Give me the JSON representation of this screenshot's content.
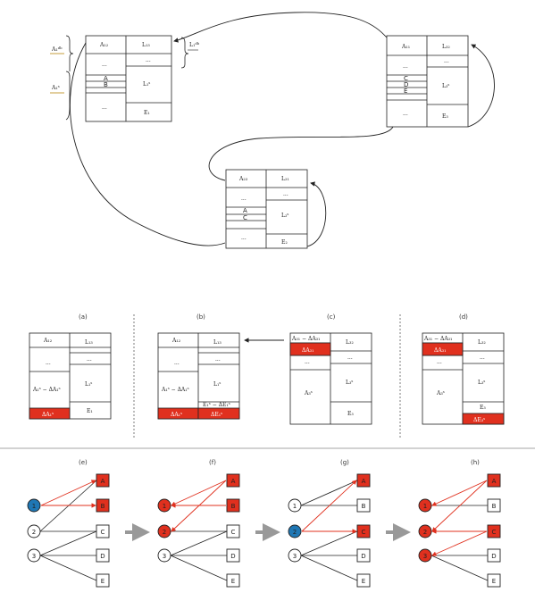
{
  "top": {
    "left_labels": {
      "upper": "A₁ᵈᵇ",
      "lower": "A₁ˢ"
    },
    "right_label": "L₁ᵈᵇ",
    "table1": {
      "a": "A₁₂",
      "l": "L₁₃",
      "dots": "...",
      "k1": "A",
      "k2": "B",
      "lm": "L₁ˢ",
      "e": "E₁"
    },
    "table2": {
      "a": "A₁₁",
      "l": "L₃₂",
      "dots": "...",
      "k1": "C",
      "k2": "D",
      "k3": "E",
      "lm": "L₃ˢ",
      "e": "E₃"
    },
    "table3": {
      "a": "A₂₃",
      "l": "L₂₁",
      "dots": "...",
      "k1": "A",
      "k2": "C",
      "lm": "L₂ˢ",
      "e": "E₂"
    }
  },
  "middle": {
    "panels": [
      {
        "cap": "(a)",
        "a": "A₁₂",
        "l": "L₁₃",
        "dots": "...",
        "am": "A₁ˢ − ΔA₁ˢ",
        "lm": "L₁ˢ",
        "e": "E₁",
        "red_l": "ΔA₁ˢ"
      },
      {
        "cap": "(b)",
        "a": "A₁₂",
        "l": "L₁₃",
        "dots": "...",
        "am": "A₁ˢ − ΔA₁ˢ",
        "lm": "L₁ˢ",
        "e": "E₁ˢ − ΔE₁ˢ",
        "red_l": "ΔA₁ˢ",
        "red_r": "ΔE₁ˢ"
      },
      {
        "cap": "(c)",
        "a": "A₃₁ − ΔA₃₁",
        "red": "ΔA₃₁",
        "l": "L₃₂",
        "dots": "...",
        "am": "A₃ˢ",
        "lm": "L₃ˢ",
        "e": "E₃"
      },
      {
        "cap": "(d)",
        "a": "A₃₁ − ΔA₃₁",
        "red": "ΔA₃₁",
        "l": "L₃₂",
        "dots": "...",
        "am": "A₃ˢ",
        "lm": "L₃ˢ",
        "e": "E₃",
        "red_r": "ΔE₃ˢ"
      }
    ]
  },
  "bottom": {
    "graphs": [
      {
        "cap": "(e)"
      },
      {
        "cap": "(f)"
      },
      {
        "cap": "(g)"
      },
      {
        "cap": "(h)"
      }
    ],
    "left_nodes": [
      "1",
      "2",
      "3"
    ],
    "right_nodes": [
      "A",
      "B",
      "C",
      "D",
      "E"
    ]
  },
  "colors": {
    "red": "#e0301e",
    "blue": "#1f77b4",
    "arrow_gray": "#999999",
    "black": "#222222"
  }
}
